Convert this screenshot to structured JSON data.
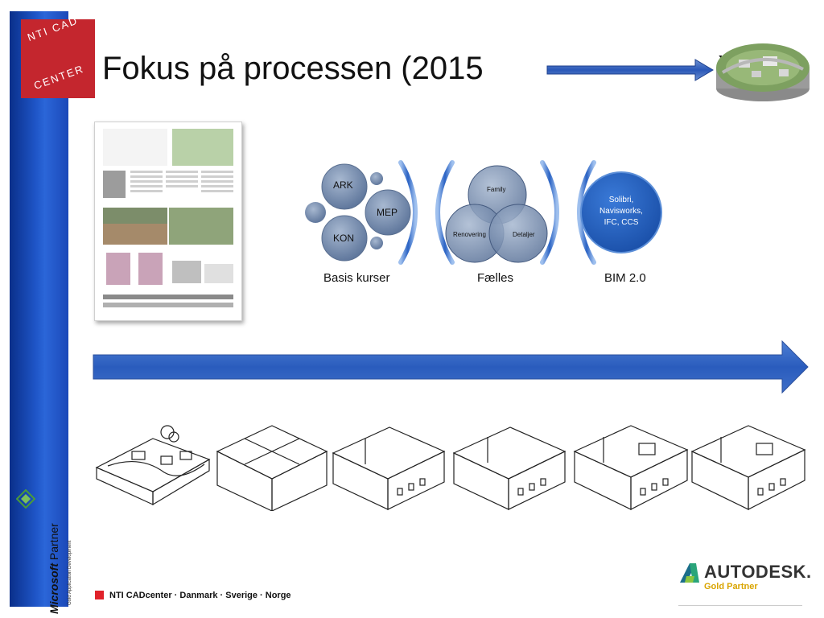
{
  "logo": {
    "line1": "NTI CAD",
    "line2": "CENTER"
  },
  "title": {
    "text": "Fokus på processen (2015",
    "closing": ")"
  },
  "process": {
    "group1": {
      "bubbles": [
        "ARK",
        "MEP",
        "KON"
      ],
      "label": "Basis kurser"
    },
    "group2": {
      "bubbles": [
        "Family",
        "Renovering",
        "Detaljer"
      ],
      "label": "Fælles"
    },
    "group3": {
      "bubble": "Solibri, Navisworks, IFC, CCS",
      "bubble_lines": [
        "Solibri,",
        "Navisworks,",
        "IFC, CCS"
      ],
      "label": "BIM 2.0"
    }
  },
  "footer": {
    "text": "NTI CADcenter · Danmark · Sverige · Norge"
  },
  "partners": {
    "microsoft": {
      "brand": "Microsoft",
      "word": "Partner",
      "sub": "Gold Application Development"
    },
    "autodesk": {
      "wordmark": "AUTODESK.",
      "sub": "Gold Partner"
    }
  },
  "colors": {
    "side_band": "#1f56c8",
    "logo_red": "#c4262e",
    "bubble_slate": "#5d7597",
    "bubble_blue": "#1f5fb8",
    "arrow_blue": "#2c63c4"
  }
}
